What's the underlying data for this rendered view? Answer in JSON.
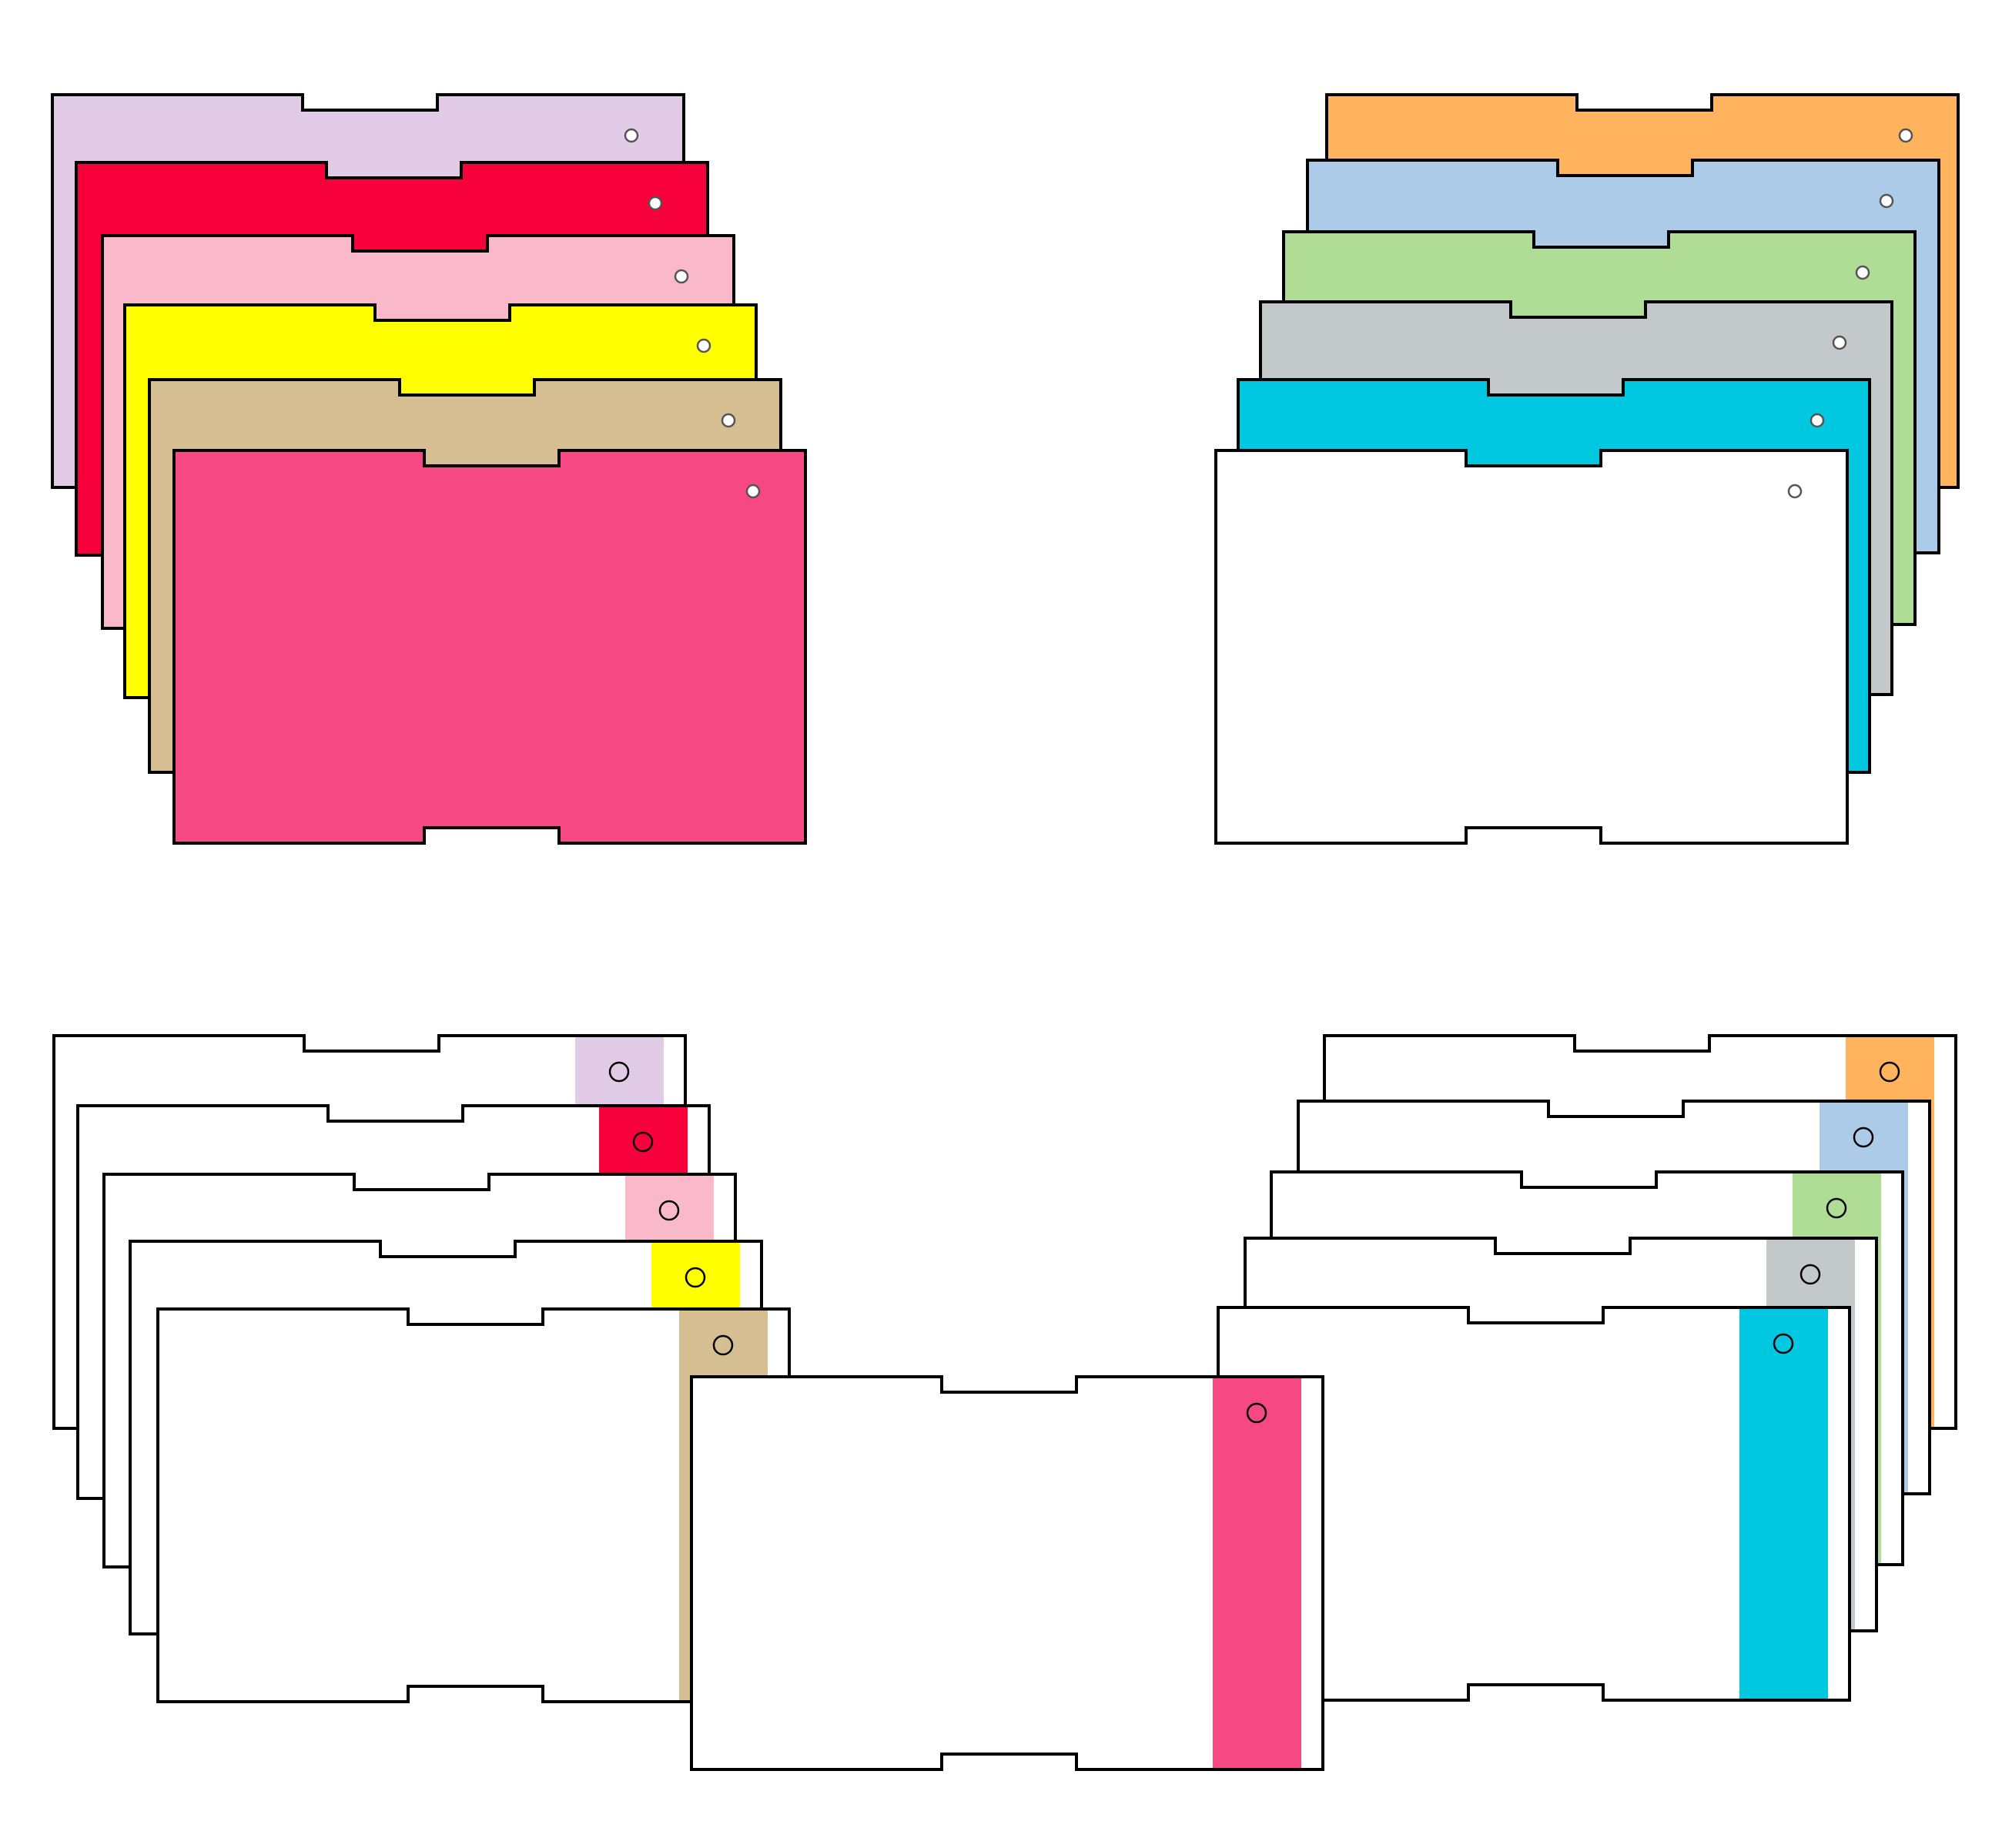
{
  "colors": {
    "outline": "#000000",
    "card_white": "#ffffff",
    "hole_stroke": "#555555",
    "lavender": "#e1cbe7",
    "crimson": "#f8003c",
    "light_pink": "#f9b9ca",
    "yellow": "#ffff00",
    "tan": "#d6be93",
    "pink": "#f64882",
    "orange": "#ffb35c",
    "light_blue": "#abcbe9",
    "light_green": "#b0dd95",
    "gray": "#c3c8ca",
    "cyan": "#00c8e1"
  },
  "groups": [
    {
      "id": "solid-left",
      "style": "solid",
      "cards": [
        {
          "name": "lavender",
          "color_key": "lavender"
        },
        {
          "name": "crimson",
          "color_key": "crimson"
        },
        {
          "name": "light-pink",
          "color_key": "light_pink"
        },
        {
          "name": "yellow",
          "color_key": "yellow"
        },
        {
          "name": "tan",
          "color_key": "tan"
        },
        {
          "name": "pink",
          "color_key": "pink"
        }
      ]
    },
    {
      "id": "solid-right",
      "style": "solid",
      "cards": [
        {
          "name": "orange",
          "color_key": "orange"
        },
        {
          "name": "light-blue",
          "color_key": "light_blue"
        },
        {
          "name": "light-green",
          "color_key": "light_green"
        },
        {
          "name": "gray",
          "color_key": "gray"
        },
        {
          "name": "cyan",
          "color_key": "cyan"
        },
        {
          "name": "white",
          "color_key": "card_white"
        }
      ]
    },
    {
      "id": "striped-left",
      "style": "stripe",
      "cards": [
        {
          "name": "lavender",
          "color_key": "lavender"
        },
        {
          "name": "crimson",
          "color_key": "crimson"
        },
        {
          "name": "light-pink",
          "color_key": "light_pink"
        },
        {
          "name": "yellow",
          "color_key": "yellow"
        },
        {
          "name": "tan",
          "color_key": "tan"
        }
      ]
    },
    {
      "id": "striped-right",
      "style": "stripe",
      "cards": [
        {
          "name": "orange",
          "color_key": "orange"
        },
        {
          "name": "light-blue",
          "color_key": "light_blue"
        },
        {
          "name": "light-green",
          "color_key": "light_green"
        },
        {
          "name": "gray",
          "color_key": "gray"
        },
        {
          "name": "cyan",
          "color_key": "cyan"
        }
      ]
    },
    {
      "id": "striped-center",
      "style": "stripe",
      "cards": [
        {
          "name": "pink",
          "color_key": "pink"
        }
      ]
    }
  ]
}
